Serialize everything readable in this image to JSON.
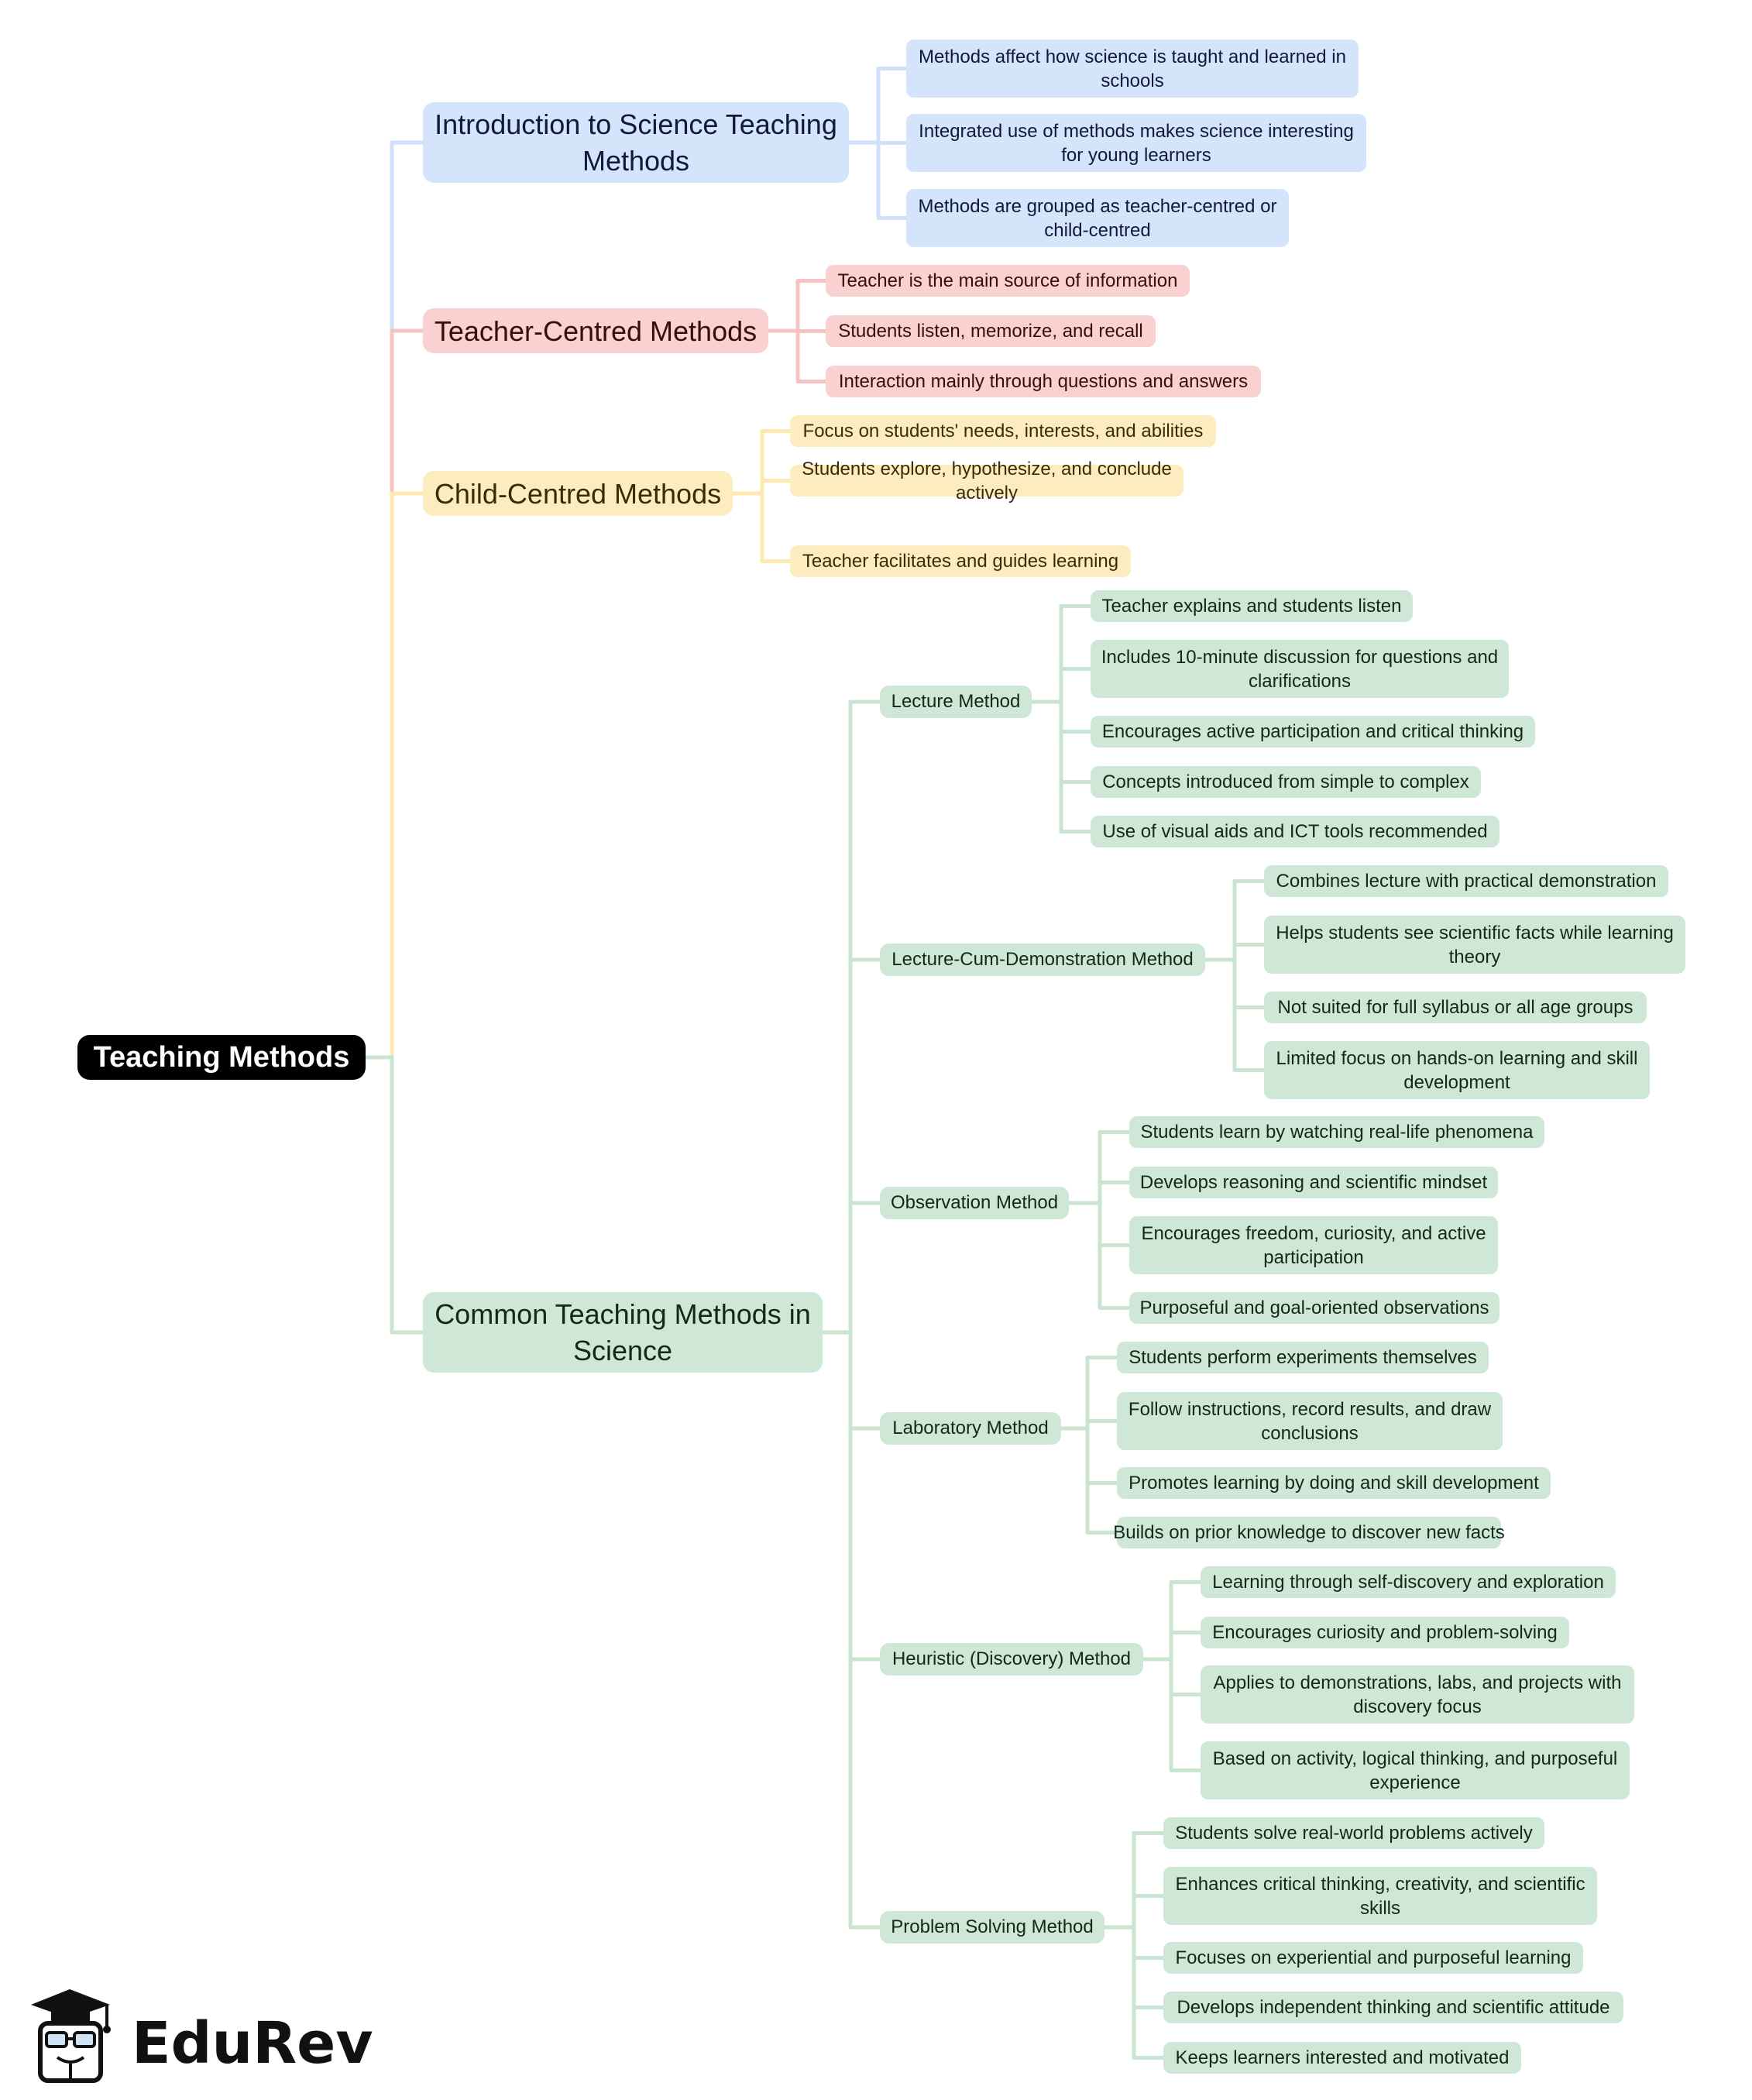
{
  "colors": {
    "root_bg": "#000000",
    "intro": "#d3e4fb",
    "intro_line": "#cfe0f8",
    "teacher": "#f8d1d0",
    "teacher_line": "#f5c4c2",
    "child": "#fdecbf",
    "child_line": "#fde8b0",
    "common": "#cfe7d7",
    "common_line": "#c9e4d1"
  },
  "root": {
    "label": "Teaching Methods"
  },
  "branches": [
    {
      "label": "Introduction to Science Teaching Methods",
      "children": [
        {
          "label": "Methods affect how science is taught and learned in schools"
        },
        {
          "label": "Integrated use of methods makes science interesting for young learners"
        },
        {
          "label": "Methods are grouped as teacher-centred or child-centred"
        }
      ]
    },
    {
      "label": "Teacher-Centred Methods",
      "children": [
        {
          "label": "Teacher is the main source of information"
        },
        {
          "label": "Students listen, memorize, and recall"
        },
        {
          "label": "Interaction mainly through questions and answers"
        }
      ]
    },
    {
      "label": "Child-Centred Methods",
      "children": [
        {
          "label": "Focus on students' needs, interests, and abilities"
        },
        {
          "label": "Students explore, hypothesize, and conclude actively"
        },
        {
          "label": "Teacher facilitates and guides learning"
        }
      ]
    },
    {
      "label": "Common Teaching Methods in Science",
      "children": [
        {
          "label": "Lecture Method",
          "children": [
            {
              "label": "Teacher explains and students listen"
            },
            {
              "label": "Includes 10-minute discussion for questions and clarifications"
            },
            {
              "label": "Encourages active participation and critical thinking"
            },
            {
              "label": "Concepts introduced from simple to complex"
            },
            {
              "label": "Use of visual aids and ICT tools recommended"
            }
          ]
        },
        {
          "label": "Lecture-Cum-Demonstration Method",
          "children": [
            {
              "label": "Combines lecture with practical demonstration"
            },
            {
              "label": "Helps students see scientific facts while learning theory"
            },
            {
              "label": "Not suited for full syllabus or all age groups"
            },
            {
              "label": "Limited focus on hands-on learning and skill development"
            }
          ]
        },
        {
          "label": "Observation Method",
          "children": [
            {
              "label": "Students learn by watching real-life phenomena"
            },
            {
              "label": "Develops reasoning and scientific mindset"
            },
            {
              "label": "Encourages freedom, curiosity, and active participation"
            },
            {
              "label": "Purposeful and goal-oriented observations"
            }
          ]
        },
        {
          "label": "Laboratory Method",
          "children": [
            {
              "label": "Students perform experiments themselves"
            },
            {
              "label": "Follow instructions, record results, and draw conclusions"
            },
            {
              "label": "Promotes learning by doing and skill development"
            },
            {
              "label": "Builds on prior knowledge to discover new facts"
            }
          ]
        },
        {
          "label": "Heuristic (Discovery) Method",
          "children": [
            {
              "label": "Learning through self-discovery and exploration"
            },
            {
              "label": "Encourages curiosity and problem-solving"
            },
            {
              "label": "Applies to demonstrations, labs, and projects with discovery focus"
            },
            {
              "label": "Based on activity, logical thinking, and purposeful experience"
            }
          ]
        },
        {
          "label": "Problem Solving Method",
          "children": [
            {
              "label": "Students solve real-world problems actively"
            },
            {
              "label": "Enhances critical thinking, creativity, and scientific skills"
            },
            {
              "label": "Focuses on experiential and purposeful learning"
            },
            {
              "label": "Develops independent thinking and scientific attitude"
            },
            {
              "label": "Keeps learners interested and motivated"
            }
          ]
        }
      ]
    }
  ],
  "logo": {
    "text": "EduRev",
    "icon": "graduation-cap-mascot-icon"
  }
}
